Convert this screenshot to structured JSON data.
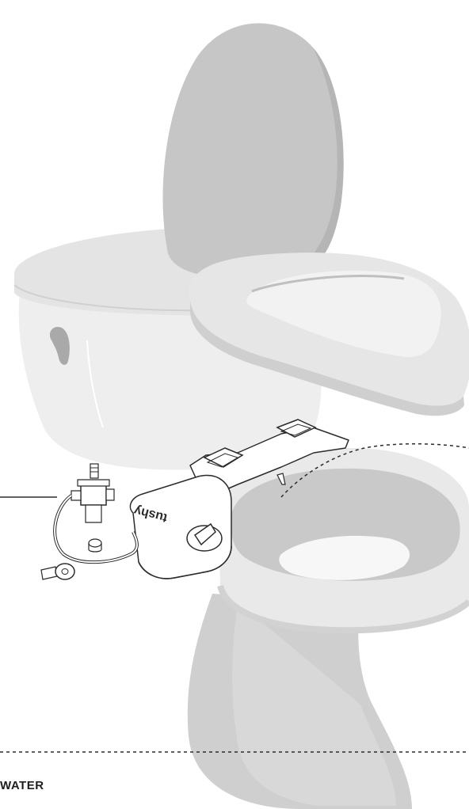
{
  "caption": "WATER",
  "brand_logo": "tushy",
  "icons": [
    "toilet-illustration",
    "bidet-attachment-illustration",
    "t-valve-icon",
    "water-hose-icon",
    "shutoff-valve-icon"
  ],
  "colors": {
    "background": "#ffffff",
    "toilet_light": "#ebebeb",
    "toilet_mid": "#d6d6d6",
    "toilet_dark": "#bdbdbd",
    "lid": "#c4c4c4",
    "outline": "#2b2b2b",
    "caption_text": "#1f1f1f"
  }
}
